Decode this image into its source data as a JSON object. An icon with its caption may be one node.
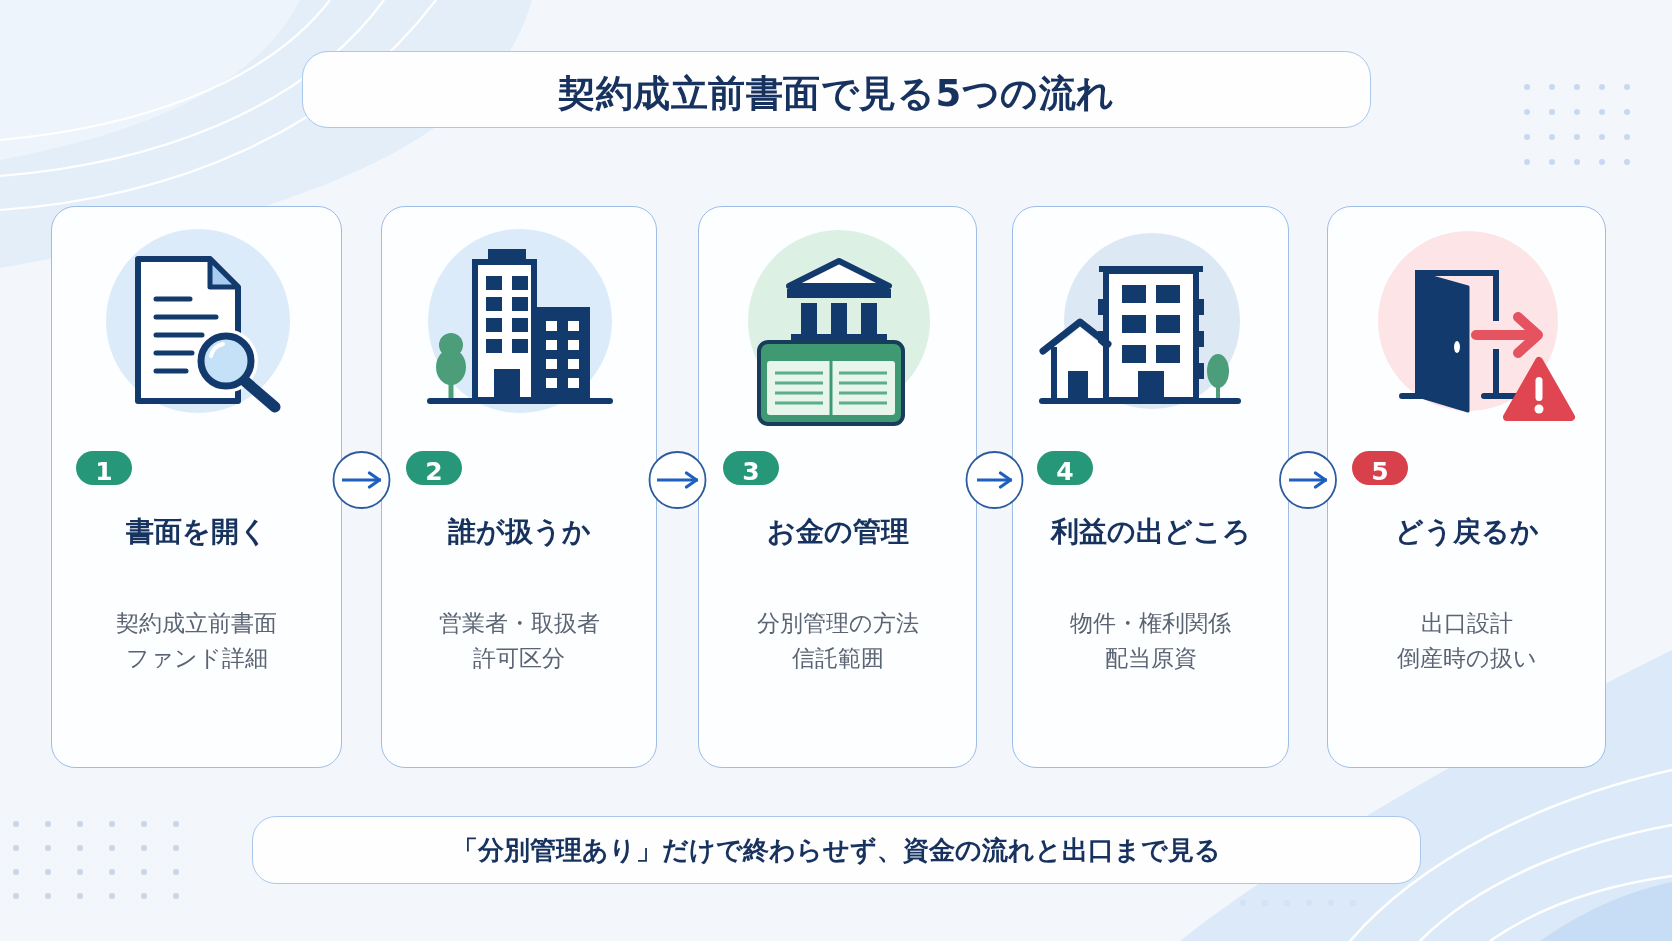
{
  "diagram": {
    "nodes": [
      {
        "text": [
          "契約成立前書面で見る5つの流れ"
        ]
      },
      {
        "text": [
          "書面を開く",
          "契約成立前書面",
          "ファンド詳細"
        ]
      },
      {
        "text": [
          "1"
        ],
        "in": 1
      },
      {
        "text": [
          "誰が扱うか",
          "営業者・取扱者",
          "許可区分"
        ]
      },
      {
        "text": [
          "2"
        ],
        "in": 3
      },
      {
        "text": [
          "お金の管理",
          "分別管理の方法",
          "信託範囲"
        ]
      },
      {
        "text": [
          "3"
        ],
        "in": 5
      },
      {
        "text": [
          "利益の出どころ",
          "物件・権利関係",
          "配当原資"
        ]
      },
      {
        "text": [
          "4"
        ],
        "in": 7
      },
      {
        "text": [
          "どう戻るか",
          "出口設計",
          "倒産時の扱い"
        ]
      },
      {
        "text": [
          "5"
        ],
        "in": 9
      },
      {
        "text": [
          "「分別管理あり」だけで終わらせず、資金の流れと出口まで見る"
        ]
      }
    ],
    "edges": [
      {
        "from": 1,
        "to": 3,
        "arrow": "to"
      },
      {
        "from": 3,
        "to": 5,
        "arrow": "to"
      },
      {
        "from": 5,
        "to": 7,
        "arrow": "to"
      },
      {
        "from": 7,
        "to": 9,
        "arrow": "to"
      }
    ]
  }
}
